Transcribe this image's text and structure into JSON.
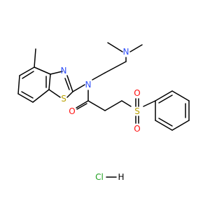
{
  "molecule": {
    "atoms": {
      "n_amine": "N",
      "n_amide": "N",
      "n_thiazole": "N",
      "s_thiazole": "S",
      "o_carbonyl": "O",
      "s_sulfonyl": "S",
      "o_sulfonyl_top": "O",
      "o_sulfonyl_bottom": "O"
    },
    "salt": {
      "cl": "Cl",
      "h": "H"
    }
  },
  "colors": {
    "bond": "#000000",
    "nitrogen": "#3050F8",
    "sulfur": "#B8A000",
    "oxygen": "#FF0D0D",
    "chlorine": "#1FA01F",
    "carbon": "#000000"
  }
}
